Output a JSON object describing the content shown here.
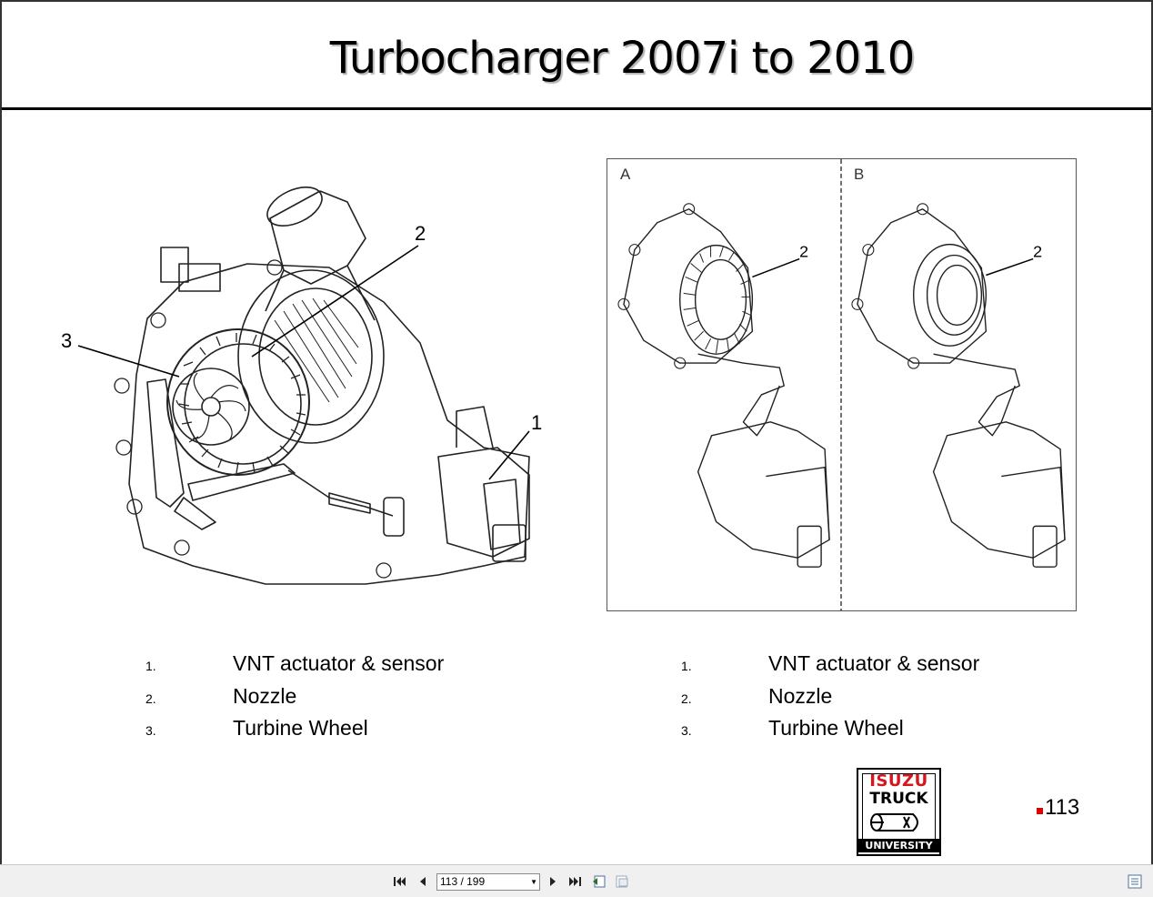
{
  "slide": {
    "title": "Turbocharger 2007i to 2010",
    "page_number": "113"
  },
  "figure_left": {
    "callouts": [
      "1",
      "2",
      "3"
    ]
  },
  "figure_right": {
    "panel_a_label": "A",
    "panel_b_label": "B",
    "callout_a": "2",
    "callout_b": "2"
  },
  "legend_left": [
    {
      "num": "1.",
      "label": "VNT actuator & sensor"
    },
    {
      "num": "2.",
      "label": "Nozzle"
    },
    {
      "num": "3.",
      "label": "Turbine Wheel"
    }
  ],
  "legend_right": [
    {
      "num": "1.",
      "label": "VNT actuator & sensor"
    },
    {
      "num": "2.",
      "label": "Nozzle"
    },
    {
      "num": "3.",
      "label": "Turbine Wheel"
    }
  ],
  "logo": {
    "line1": "ISUZU",
    "line2": "TRUCK",
    "line3": "UNIVERSITY",
    "brand_color": "#d8141c"
  },
  "viewer": {
    "page_field": "113 / 199",
    "icons": [
      "first-page-icon",
      "prev-page-icon",
      "next-page-icon",
      "last-page-icon",
      "previous-view-icon",
      "next-view-icon",
      "panel-toggle-icon"
    ]
  }
}
